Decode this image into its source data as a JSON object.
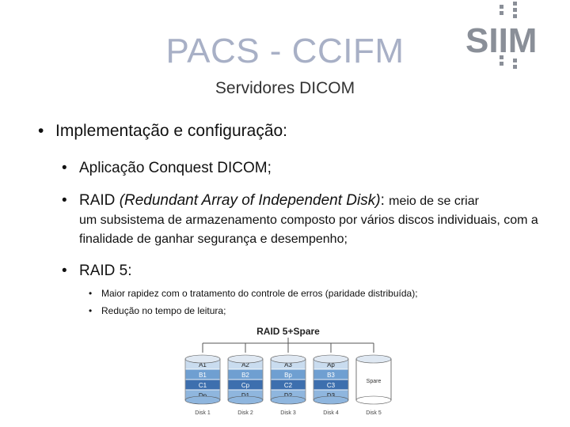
{
  "header": {
    "title": "PACS - CCIFM",
    "subtitle": "Servidores DICOM",
    "logo_text": "SIIM"
  },
  "bullets": {
    "main": "Implementação e configuração:",
    "item1": "Aplicação Conquest DICOM;",
    "item2_lead": "RAID ",
    "item2_italic": "(Redundant Array of Independent Disk)",
    "item2_colon": ": ",
    "item2_rest_first": "meio de se criar",
    "item2_rest_cont": "um subsistema de armazenamento composto por vários discos individuais, com a finalidade de ganhar segurança e desempenho;",
    "item3": "RAID 5:",
    "sub1": "Maior rapidez com o tratamento do controle de erros (paridade distribuída);",
    "sub2": "Redução no tempo de leitura;"
  },
  "diagram": {
    "title": "RAID 5+Spare",
    "disks": [
      {
        "label": "Disk 1",
        "blocks": [
          "A1",
          "B1",
          "C1",
          "Dp"
        ]
      },
      {
        "label": "Disk 2",
        "blocks": [
          "A2",
          "B2",
          "Cp",
          "D1"
        ]
      },
      {
        "label": "Disk 3",
        "blocks": [
          "A3",
          "Bp",
          "C2",
          "D2"
        ]
      },
      {
        "label": "Disk 4",
        "blocks": [
          "Ap",
          "B3",
          "C3",
          "D3"
        ]
      },
      {
        "label": "Disk 5",
        "blocks": [
          "Spare"
        ]
      }
    ],
    "colors": {
      "top": "#dfe8f2",
      "row_a": "#c9dcef",
      "row_b": "#6f9fd1",
      "row_c": "#3d6fae",
      "row_d": "#8fb6de",
      "spare": "#ffffff",
      "line": "#555555"
    }
  }
}
